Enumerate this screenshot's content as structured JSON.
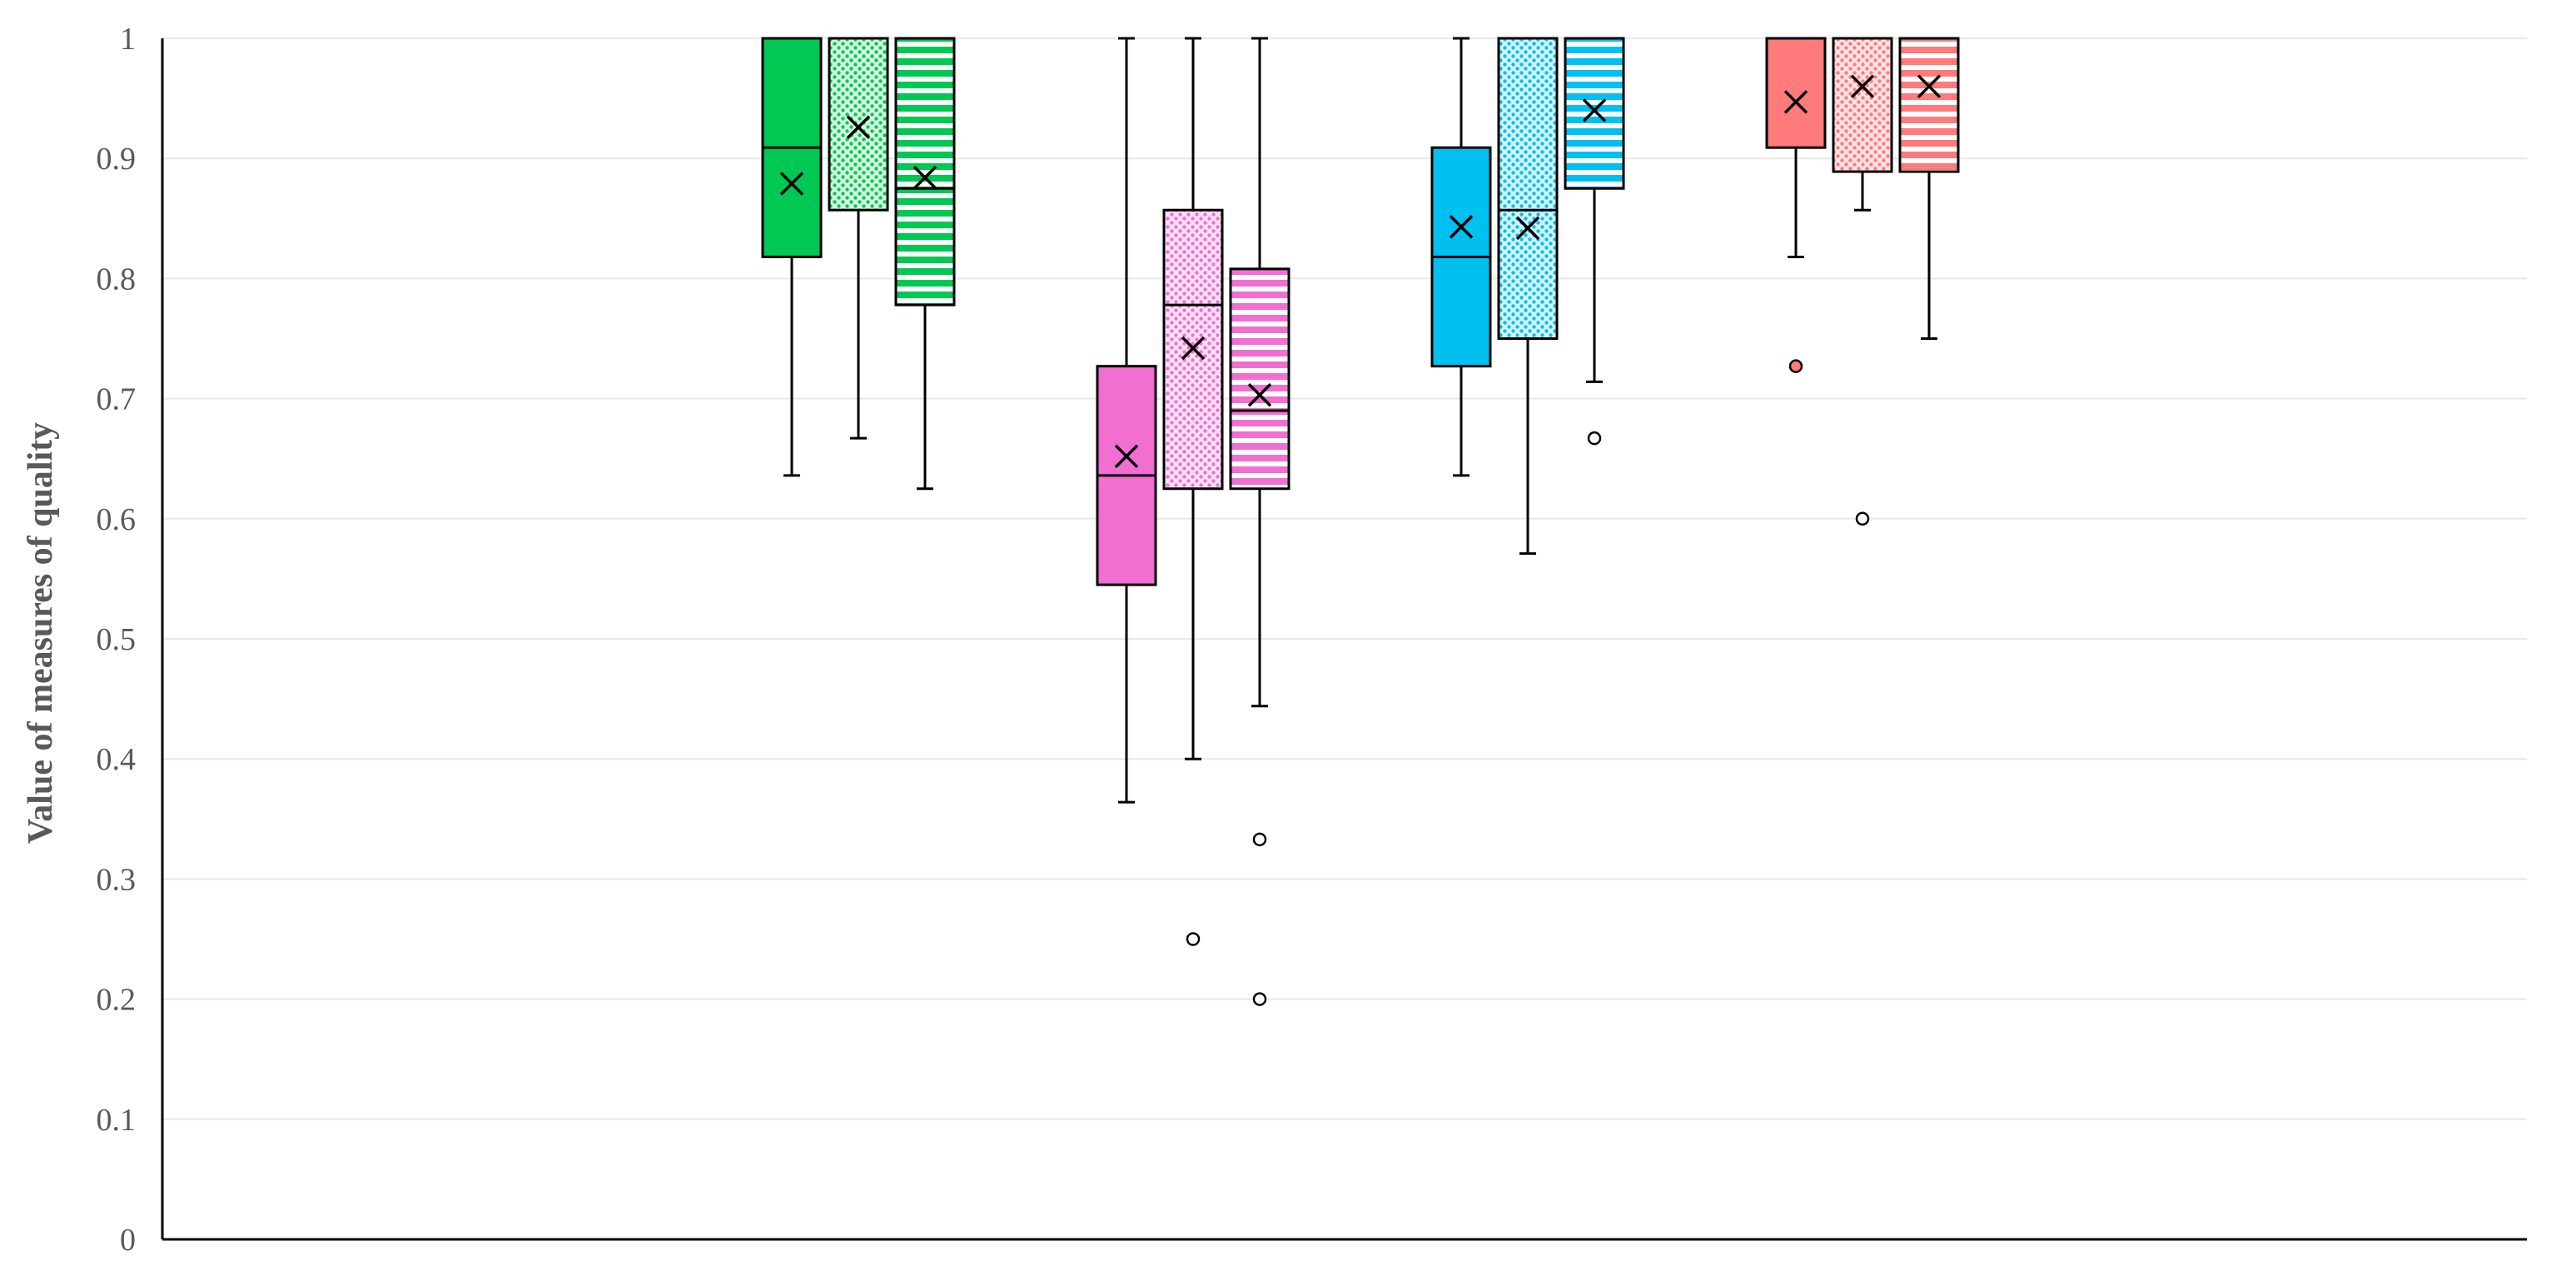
{
  "chart_data": {
    "type": "box",
    "ylabel": "Value of measures of quality",
    "ylim": [
      0,
      1
    ],
    "yticks": [
      "0",
      "0.1",
      "0.2",
      "0.3",
      "0.4",
      "0.5",
      "0.6",
      "0.7",
      "0.8",
      "0.9",
      "1"
    ],
    "grid": "horizontal",
    "legend": "none",
    "groups": [
      {
        "boxes": [
          {
            "color": "#00c853",
            "pattern": "solid",
            "whisker_low": 0.636,
            "q1": 0.818,
            "median": 0.909,
            "q3": 1.0,
            "whisker_high": 1.0,
            "mean": 0.879,
            "outliers": []
          },
          {
            "color": "#00c853",
            "pattern": "dots",
            "whisker_low": 0.667,
            "q1": 0.857,
            "median": 1.0,
            "q3": 1.0,
            "whisker_high": 1.0,
            "mean": 0.926,
            "outliers": []
          },
          {
            "color": "#00c853",
            "pattern": "stripes",
            "whisker_low": 0.625,
            "q1": 0.778,
            "median": 0.875,
            "q3": 1.0,
            "whisker_high": 1.0,
            "mean": 0.884,
            "outliers": []
          }
        ]
      },
      {
        "boxes": [
          {
            "color": "#f06fd0",
            "pattern": "solid",
            "whisker_low": 0.364,
            "q1": 0.545,
            "median": 0.636,
            "q3": 0.727,
            "whisker_high": 1.0,
            "mean": 0.652,
            "outliers": []
          },
          {
            "color": "#f06fd0",
            "pattern": "dots",
            "whisker_low": 0.4,
            "q1": 0.625,
            "median": 0.778,
            "q3": 0.857,
            "whisker_high": 1.0,
            "mean": 0.742,
            "outliers": [
              0.25
            ]
          },
          {
            "color": "#f06fd0",
            "pattern": "stripes",
            "whisker_low": 0.444,
            "q1": 0.625,
            "median": 0.69,
            "q3": 0.808,
            "whisker_high": 1.0,
            "mean": 0.703,
            "outliers": [
              0.333,
              0.2
            ]
          }
        ]
      },
      {
        "boxes": [
          {
            "color": "#00c0f0",
            "pattern": "solid",
            "whisker_low": 0.636,
            "q1": 0.727,
            "median": 0.818,
            "q3": 0.909,
            "whisker_high": 1.0,
            "mean": 0.843,
            "outliers": []
          },
          {
            "color": "#00c0f0",
            "pattern": "dots",
            "whisker_low": 0.571,
            "q1": 0.75,
            "median": 0.857,
            "q3": 1.0,
            "whisker_high": 1.0,
            "mean": 0.842,
            "outliers": []
          },
          {
            "color": "#00c0f0",
            "pattern": "stripes",
            "whisker_low": 0.714,
            "q1": 0.875,
            "median": 1.0,
            "q3": 1.0,
            "whisker_high": 1.0,
            "mean": 0.94,
            "outliers": [
              0.667
            ]
          }
        ]
      },
      {
        "boxes": [
          {
            "color": "#ff7a7a",
            "pattern": "solid",
            "whisker_low": 0.818,
            "q1": 0.909,
            "median": 1.0,
            "q3": 1.0,
            "whisker_high": 1.0,
            "mean": 0.947,
            "outliers": [
              0.727
            ]
          },
          {
            "color": "#ff7a7a",
            "pattern": "dots",
            "whisker_low": 0.857,
            "q1": 0.889,
            "median": 1.0,
            "q3": 1.0,
            "whisker_high": 1.0,
            "mean": 0.96,
            "outliers": [
              0.6
            ]
          },
          {
            "color": "#ff7a7a",
            "pattern": "stripes",
            "whisker_low": 0.75,
            "q1": 0.889,
            "median": 1.0,
            "q3": 1.0,
            "whisker_high": 1.0,
            "mean": 0.96,
            "outliers": []
          }
        ]
      }
    ]
  }
}
